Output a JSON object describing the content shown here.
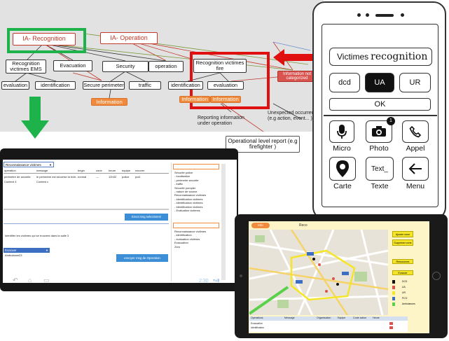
{
  "diagram": {
    "nodes": {
      "ia_recognition": "IA- Recognition",
      "ia_operation": "IA- Operation",
      "recognition_victimes_ems": "Recognition victimes EMS",
      "evacuation": "Evacuation",
      "security": "Security",
      "operation": "operation",
      "recognition_victimes_fire": "Recognition victimes fire",
      "information_not_categorized": "Information not categorized",
      "evaluation_left": "evaluation",
      "identification_left": "identification",
      "secure_perimeter": "Secure perimeter",
      "traffic": "traffic",
      "information_mid": "Information",
      "identification_right": "identification",
      "evaluation_right": "evaluation",
      "information_right_1": "Information",
      "information_right_2": "Information"
    },
    "annotations": {
      "reporting": "Reporting information under operation",
      "unexpected": "Unexpected occurrences (e.g action, event... )",
      "operational_level": "Operational level report (e.g firefighter )"
    },
    "colors": {
      "highlight_green": "#1db34a",
      "highlight_red": "#e01010",
      "arrow_red": "#e01010",
      "info_orange": "#f08a3c"
    }
  },
  "phone": {
    "header_label": "Victimes",
    "header_script": "recognition",
    "buttons": {
      "dcd": "dcd",
      "ua": "UA",
      "ur": "UR",
      "ok": "OK"
    },
    "badge": "1",
    "icons": [
      {
        "icon": "microphone-icon",
        "label": "Micro"
      },
      {
        "icon": "camera-icon",
        "label": "Photo"
      },
      {
        "icon": "phone-icon",
        "label": "Appel"
      },
      {
        "icon": "map-pin-icon",
        "label": "Carte"
      },
      {
        "icon": "text-icon",
        "label": "Texte",
        "glyph": "Text_"
      },
      {
        "icon": "back-arrow-icon",
        "label": "Menu"
      }
    ]
  },
  "tablet": {
    "dropdown_top": "Reconnaissance victimes",
    "columns": [
      "operation",
      "message",
      "begin",
      "zone",
      "heure",
      "equipe",
      "recover"
    ],
    "rows": [
      [
        "perimetre de securite",
        "le perimetre est securise la rivie...",
        "normal",
        "---",
        "12h32",
        "police",
        "poi1"
      ],
      [
        "Content 3",
        "Content c",
        "",
        "",
        "",
        "",
        ""
      ]
    ],
    "send_button": "Envoi msg selectionné",
    "message_text": "Identifier les victimes qui se trouvent dans la salle 3",
    "select_label": "Evacuer",
    "select_value": "Ambulance23",
    "send_operation_button": "envoyer msg de Operation",
    "tree_top": [
      "Sécurité police",
      "- localisation",
      "- perimetre securite",
      "- traffic",
      "Sécurité pompier",
      "- nature de source",
      "Reconnaissance victimes",
      "- Identification victimes",
      "- Identification victimes",
      "- Identification victimes",
      "- Evaluation victimes"
    ],
    "tree_bottom": [
      "Reconnaissance victimes",
      "- identification",
      "- evaluation victimes",
      "Evacuation",
      "",
      "Zero"
    ],
    "status_time": "2:30"
  },
  "ipad": {
    "tab_label": "Info",
    "header_label": "Reco",
    "columns": [
      "Operations",
      "Message",
      "Organisation",
      "Equipe",
      "Code action",
      "Heure"
    ],
    "row_labels": [
      "Evacuation",
      "Identification"
    ],
    "side_labels": [
      "Ajouter zone",
      "Supprimer zone",
      "Ressources",
      "Evacuer"
    ],
    "legend_labels": [
      "DCD",
      "UA",
      "UR",
      "PCO",
      "Ambulances"
    ]
  }
}
